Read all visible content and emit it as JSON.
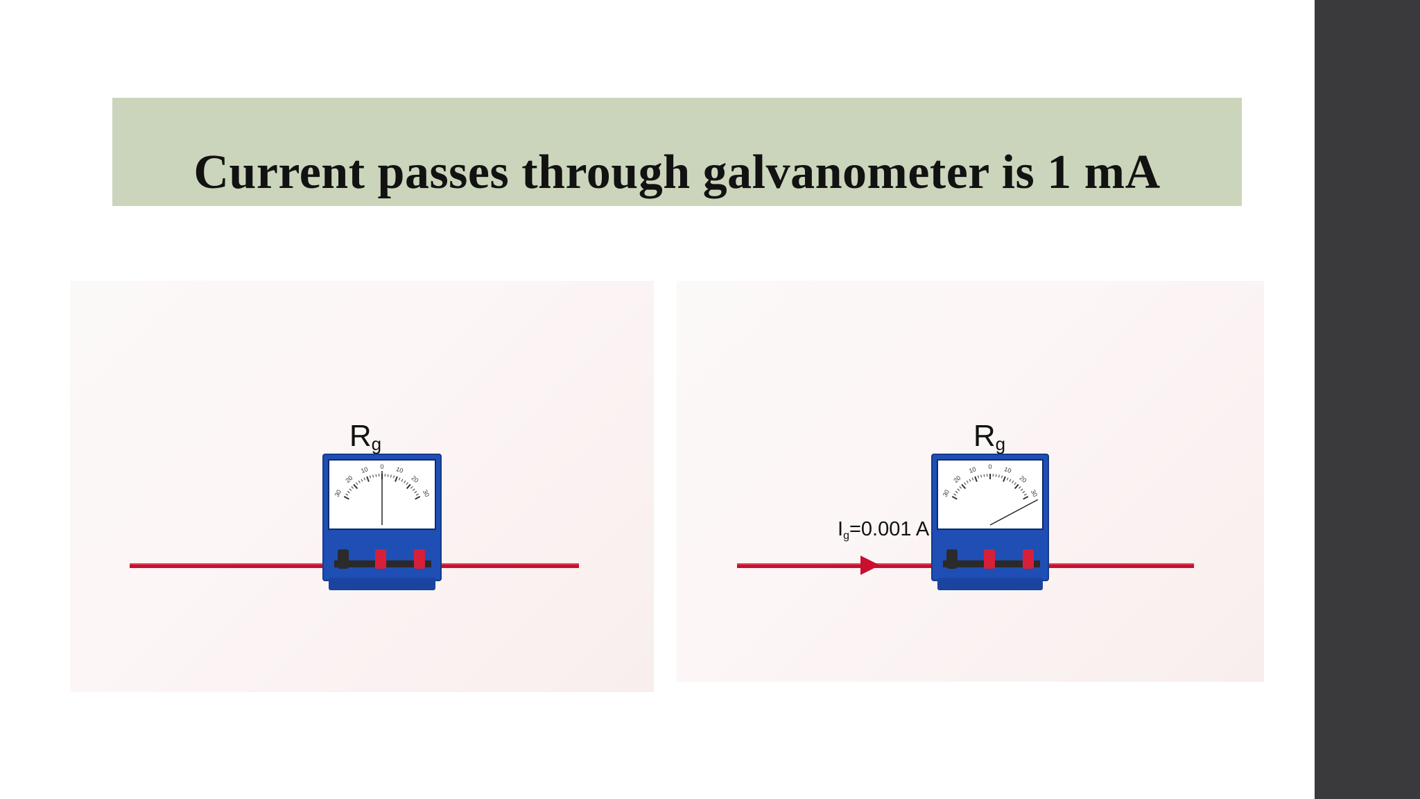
{
  "slide": {
    "title": "Current passes through galvanometer is 1 mA"
  },
  "panels": [
    {
      "meter_label_main": "R",
      "meter_label_sub": "g",
      "scale_ticks": [
        "30",
        "20",
        "10",
        "0",
        "10",
        "20",
        "30"
      ],
      "needle_reading": 0
    },
    {
      "meter_label_main": "R",
      "meter_label_sub": "g",
      "scale_ticks": [
        "30",
        "20",
        "10",
        "0",
        "10",
        "20",
        "30"
      ],
      "needle_reading": 30,
      "current_label_main": "I",
      "current_label_sub": "g",
      "current_label_value": "=0.001 A"
    }
  ],
  "colors": {
    "banner": "#cbd5bb",
    "sidebar": "#3a3a3c",
    "meter_body": "#1f4fb5",
    "wire": "#c8102e",
    "terminal_red": "#d6203a",
    "terminal_black": "#2b2b2b"
  }
}
